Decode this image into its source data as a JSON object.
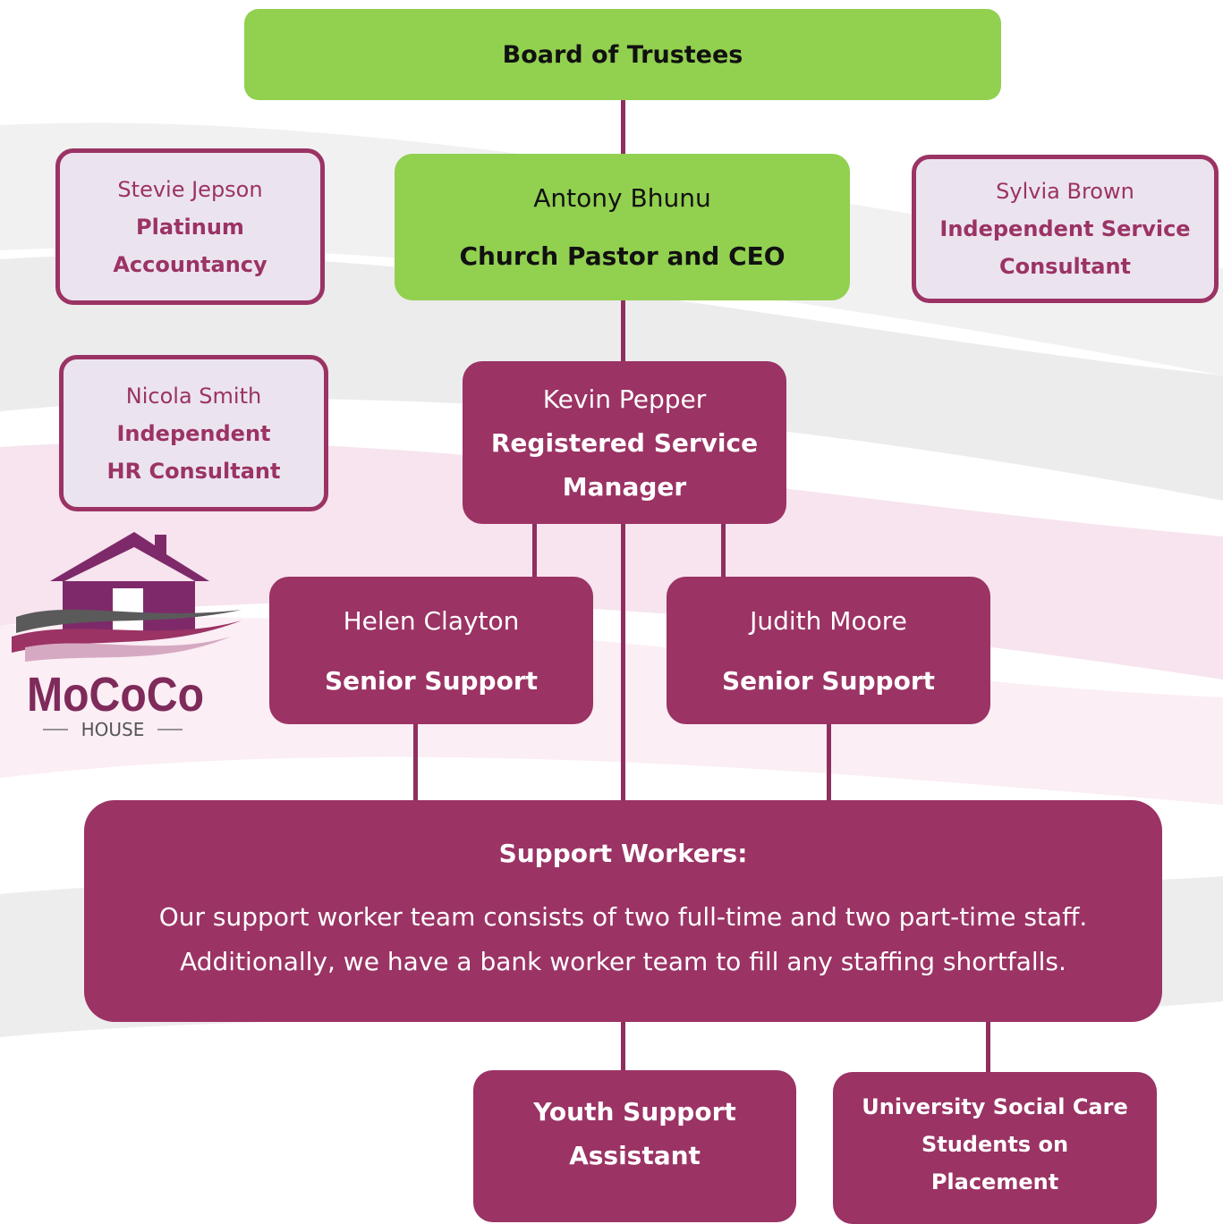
{
  "chart": {
    "board": {
      "title": "Board of Trustees"
    },
    "ceo": {
      "name": "Antony Bhunu",
      "role": "Church Pastor and CEO"
    },
    "advisors": [
      {
        "name": "Stevie Jepson",
        "role_line1": "Platinum",
        "role_line2": "Accountancy"
      },
      {
        "name": "Nicola Smith",
        "role_line1": "Independent",
        "role_line2": "HR Consultant"
      },
      {
        "name": "Sylvia Brown",
        "role_line1": "Independent Service",
        "role_line2": "Consultant"
      }
    ],
    "manager": {
      "name": "Kevin Pepper",
      "role_line1": "Registered Service",
      "role_line2": "Manager"
    },
    "seniors": [
      {
        "name": "Helen Clayton",
        "role": "Senior Support"
      },
      {
        "name": "Judith Moore",
        "role": "Senior Support"
      }
    ],
    "support_workers": {
      "title": "Support Workers:",
      "line1": "Our support worker team consists of two full-time and two part-time staff.",
      "line2": "Additionally, we have a bank worker team to fill any staffing shortfalls."
    },
    "assistants": [
      {
        "lines": [
          "Youth Support",
          "Assistant"
        ]
      },
      {
        "lines": [
          "University Social Care",
          "Students on",
          "Placement"
        ]
      }
    ]
  },
  "logo": {
    "word": "MoCoCo",
    "subword": "HOUSE"
  },
  "colors": {
    "plum": "#9b3364",
    "green": "#92d050",
    "light_lilac": "#ebe4ee"
  }
}
